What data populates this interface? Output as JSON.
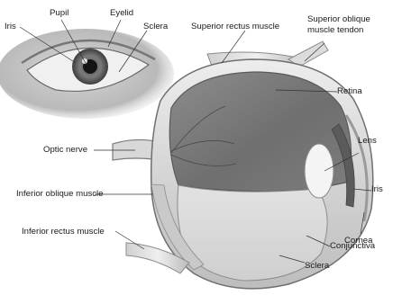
{
  "labels": {
    "iris_top": "Iris",
    "pupil": "Pupil",
    "eyelid": "Eyelid",
    "sclera_top": "Sclera",
    "superior_rectus": "Superior rectus muscle",
    "superior_oblique_line1": "Superior oblique",
    "superior_oblique_line2": "muscle tendon",
    "retina": "Retina",
    "optic_nerve": "Optic nerve",
    "lens": "Lens",
    "iris_side": "Iris",
    "inferior_oblique": "Inferior oblique muscle",
    "cornea": "Cornea",
    "inferior_rectus": "Inferior rectus muscle",
    "conjunctiva": "Conjunctiva",
    "sclera_bottom": "Sclera"
  }
}
